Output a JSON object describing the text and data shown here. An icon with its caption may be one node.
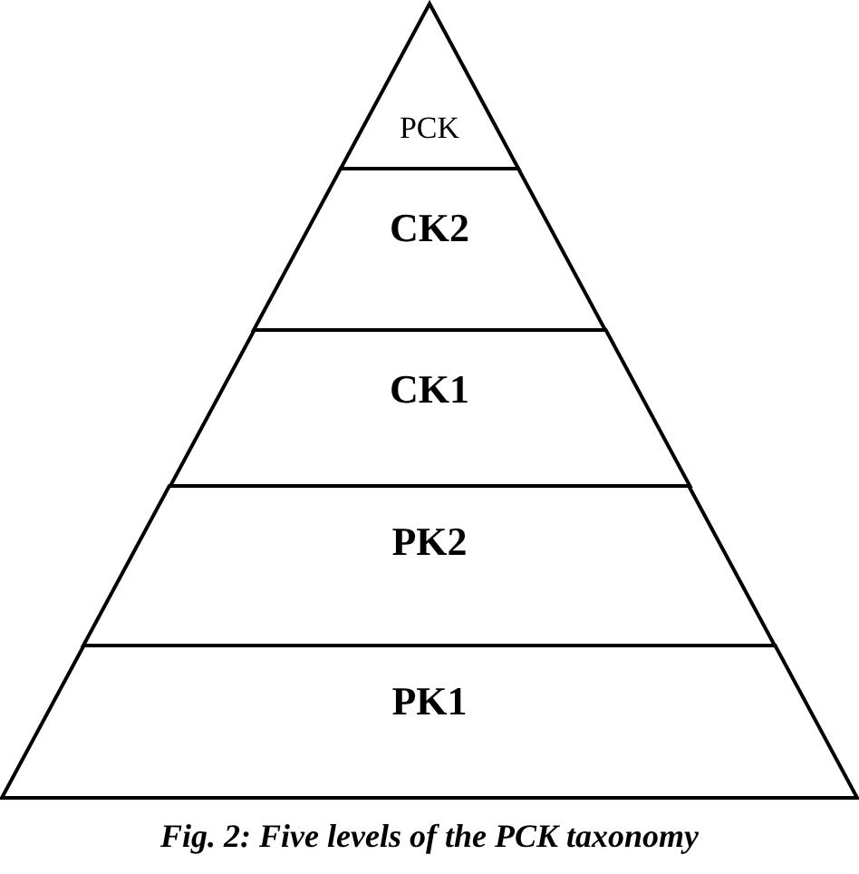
{
  "diagram": {
    "caption": "Fig. 2: Five levels of the PCK taxonomy",
    "nodes": [
      {
        "text": [
          "PCK"
        ]
      },
      {
        "text": [
          "CK2"
        ]
      },
      {
        "text": [
          "CK1"
        ]
      },
      {
        "text": [
          "PK2"
        ]
      },
      {
        "text": [
          "PK1"
        ]
      }
    ]
  }
}
